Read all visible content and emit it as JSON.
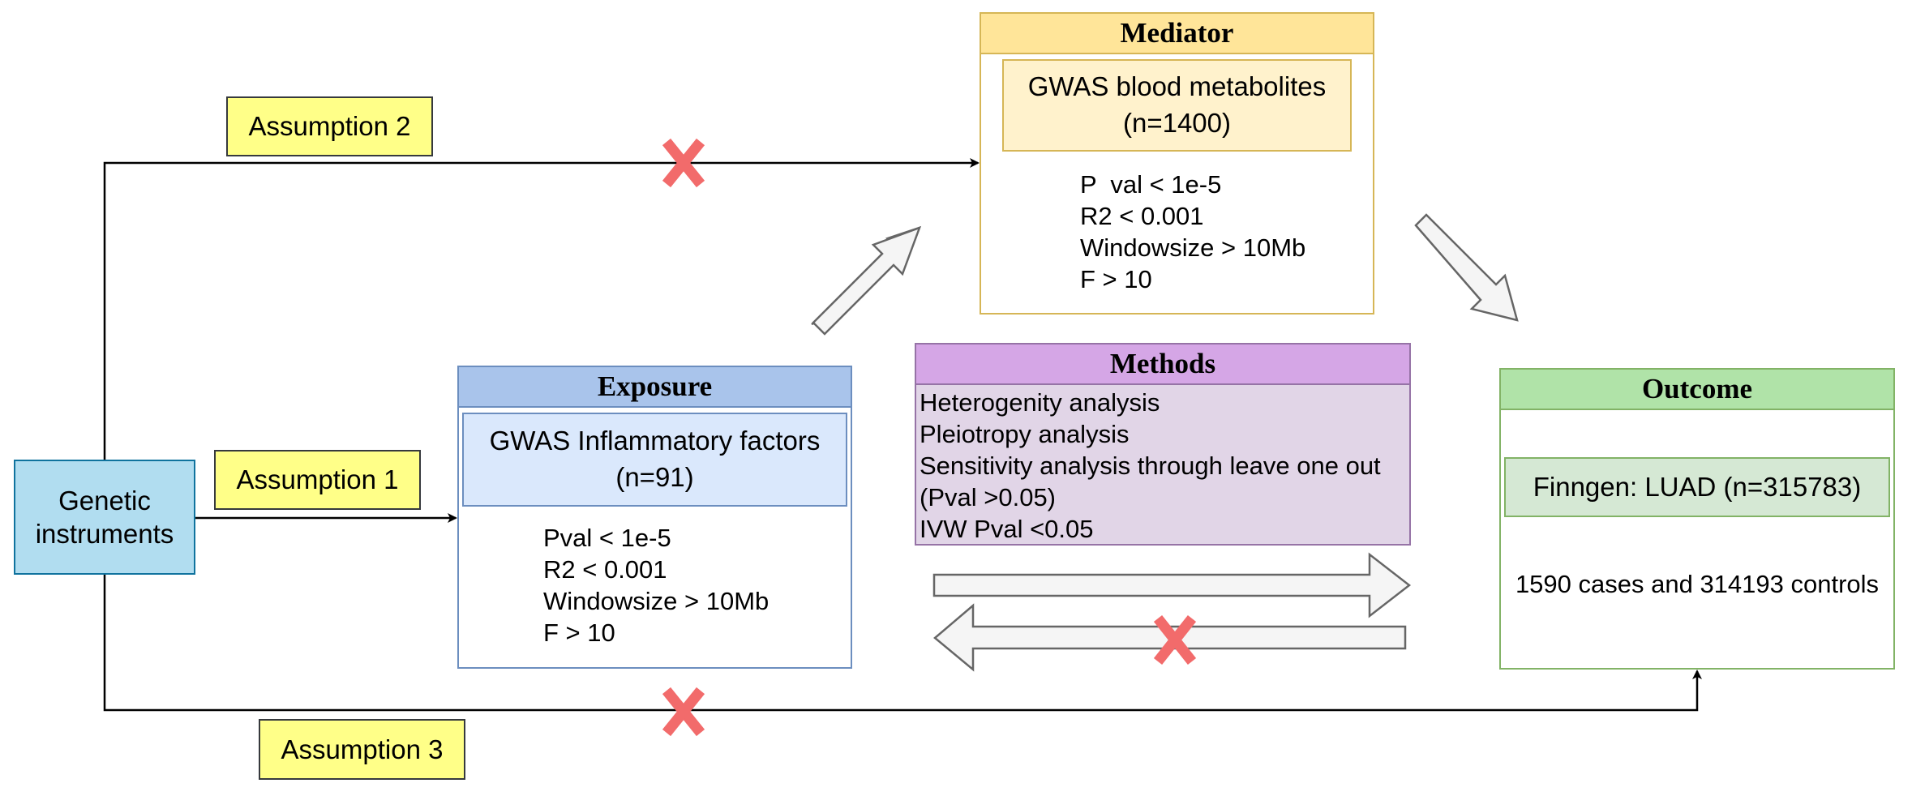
{
  "assumptions": {
    "a1": "Assumption 1",
    "a2": "Assumption 2",
    "a3": "Assumption 3"
  },
  "genetic_instruments": {
    "line1": "Genetic",
    "line2": "instruments"
  },
  "exposure": {
    "title": "Exposure",
    "inner_line1": "GWAS Inflammatory factors",
    "inner_line2": "(n=91)",
    "criteria": [
      "Pval < 1e-5",
      "R2 < 0.001",
      "Windowsize > 10Mb",
      "F > 10"
    ]
  },
  "mediator": {
    "title": "Mediator",
    "inner_line1": "GWAS blood metabolites",
    "inner_line2": "(n=1400)",
    "criteria": [
      "P  val < 1e-5",
      "R2 < 0.001",
      "Windowsize > 10Mb",
      "F > 10"
    ]
  },
  "methods": {
    "title": "Methods",
    "items": [
      "Heterogenity analysis",
      "Pleiotropy analysis",
      "Sensitivity analysis through leave one out",
      "(Pval >0.05)",
      "IVW Pval <0.05"
    ]
  },
  "outcome": {
    "title": "Outcome",
    "inner": "Finngen: LUAD (n=315783)",
    "cases": "1590 cases and 314193 controls"
  },
  "colors": {
    "cross": "#f26b6b",
    "block_arrow_fill": "#f5f5f5",
    "block_arrow_stroke": "#666666",
    "connector": "#000000"
  }
}
